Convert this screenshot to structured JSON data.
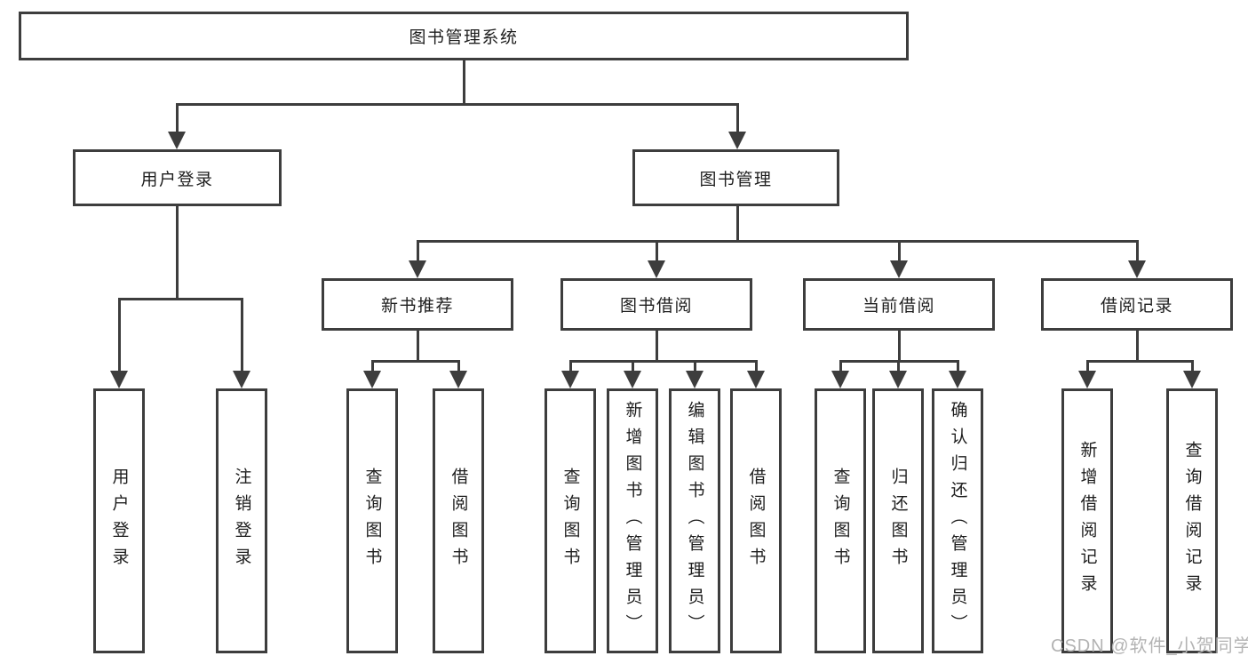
{
  "diagram": {
    "root": "图书管理系统",
    "level2": {
      "user_login": {
        "label": "用户登录",
        "children": [
          "用户登录",
          "注销登录"
        ]
      },
      "book_management": {
        "label": "图书管理",
        "children": {
          "new_book_recommend": {
            "label": "新书推荐",
            "children": [
              "查询图书",
              "借阅图书"
            ]
          },
          "book_borrowing": {
            "label": "图书借阅",
            "children": [
              "查询图书",
              "新增图书（管理员）",
              "编辑图书（管理员）",
              "借阅图书"
            ]
          },
          "current_borrowing": {
            "label": "当前借阅",
            "children": [
              "查询图书",
              "归还图书",
              "确认归还（管理员）"
            ]
          },
          "borrowing_records": {
            "label": "借阅记录",
            "children": [
              "新增借阅记录",
              "查询借阅记录"
            ]
          }
        }
      }
    }
  },
  "watermark": {
    "text": "CSDN @软件_小贺同学",
    "color": "#b3b3b3"
  },
  "colors": {
    "line": "#3d3d3d",
    "text": "#1e1e1e",
    "box_fill": "#ffffff",
    "background": "#ffffff"
  }
}
